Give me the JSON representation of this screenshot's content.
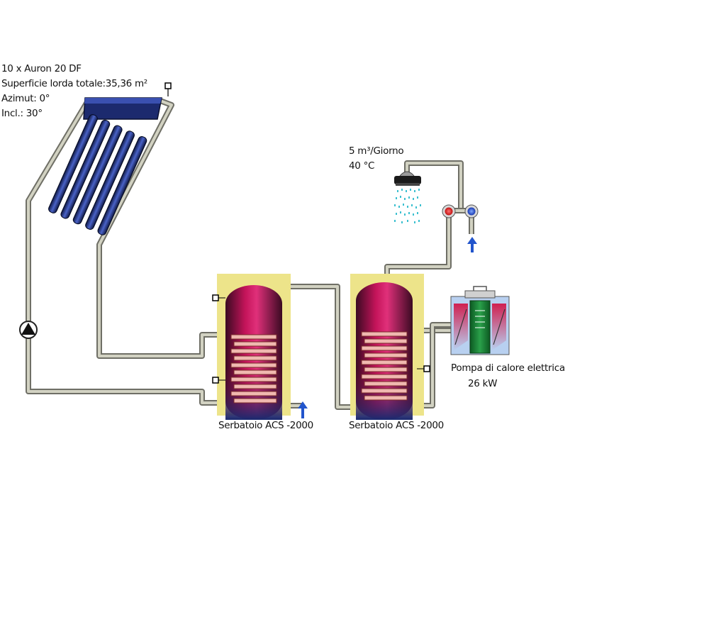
{
  "collector": {
    "line1": "10 x Auron 20 DF",
    "line2": "Superficie lorda totale:35,36 m²",
    "line3": "Azimut: 0°",
    "line4": "Incl.: 30°",
    "tube_count": 5
  },
  "shower": {
    "flow": "5 m³/Giorno",
    "temperature": "40 °C"
  },
  "tank1": {
    "label": "Serbatoio ACS -2000"
  },
  "tank2": {
    "label": "Serbatoio ACS -2000"
  },
  "heat_pump": {
    "line1": "Pompa di calore elettrica",
    "line2": "26 kW"
  },
  "colors": {
    "pipe": "#c8c8b8",
    "pipe_outline": "#6f6f66",
    "tank_jacket": "#ede48a",
    "tank_body": "#a8104a",
    "coil": "#f0b8b0",
    "arrow": "#2255cc",
    "collector": "#1c2a6e"
  }
}
